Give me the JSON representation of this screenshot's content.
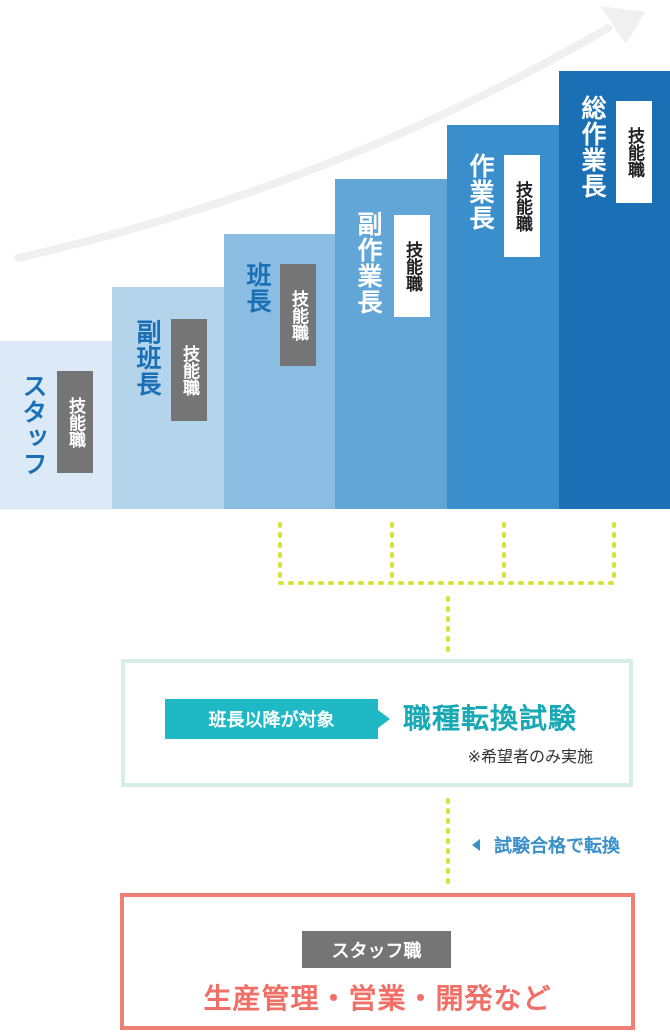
{
  "steps": [
    {
      "title": "スタッフ",
      "badge": "技能職",
      "color": "#dbeaf6",
      "text_color": "#1a6fb5",
      "badge_style": "gray"
    },
    {
      "title": "副班長",
      "badge": "技能職",
      "color": "#b4d4ec",
      "text_color": "#1a6fb5",
      "badge_style": "gray"
    },
    {
      "title": "班長",
      "badge": "技能職",
      "color": "#8bbde3",
      "text_color": "#1a6fb5",
      "badge_style": "gray"
    },
    {
      "title": "副作業長",
      "badge": "技能職",
      "color": "#62a6d8",
      "text_color": "#ffffff",
      "badge_style": "white"
    },
    {
      "title": "作業長",
      "badge": "技能職",
      "color": "#3b8ecc",
      "text_color": "#ffffff",
      "badge_style": "white"
    },
    {
      "title": "総作業長",
      "badge": "技能職",
      "color": "#1a6fb5",
      "text_color": "#ffffff",
      "badge_style": "white"
    }
  ],
  "exam": {
    "tag": "班長以降が対象",
    "title": "職種転換試験",
    "note": "※希望者のみ実施"
  },
  "pass_note": "試験合格で転換",
  "staff": {
    "tag": "スタッフ職",
    "title": "生産管理・営業・開発など"
  },
  "colors": {
    "growth_arrow": "#f0f0f0",
    "connector_dots": "#d4e33a",
    "exam_border": "#d6efe6",
    "staff_border": "#f07f75"
  }
}
